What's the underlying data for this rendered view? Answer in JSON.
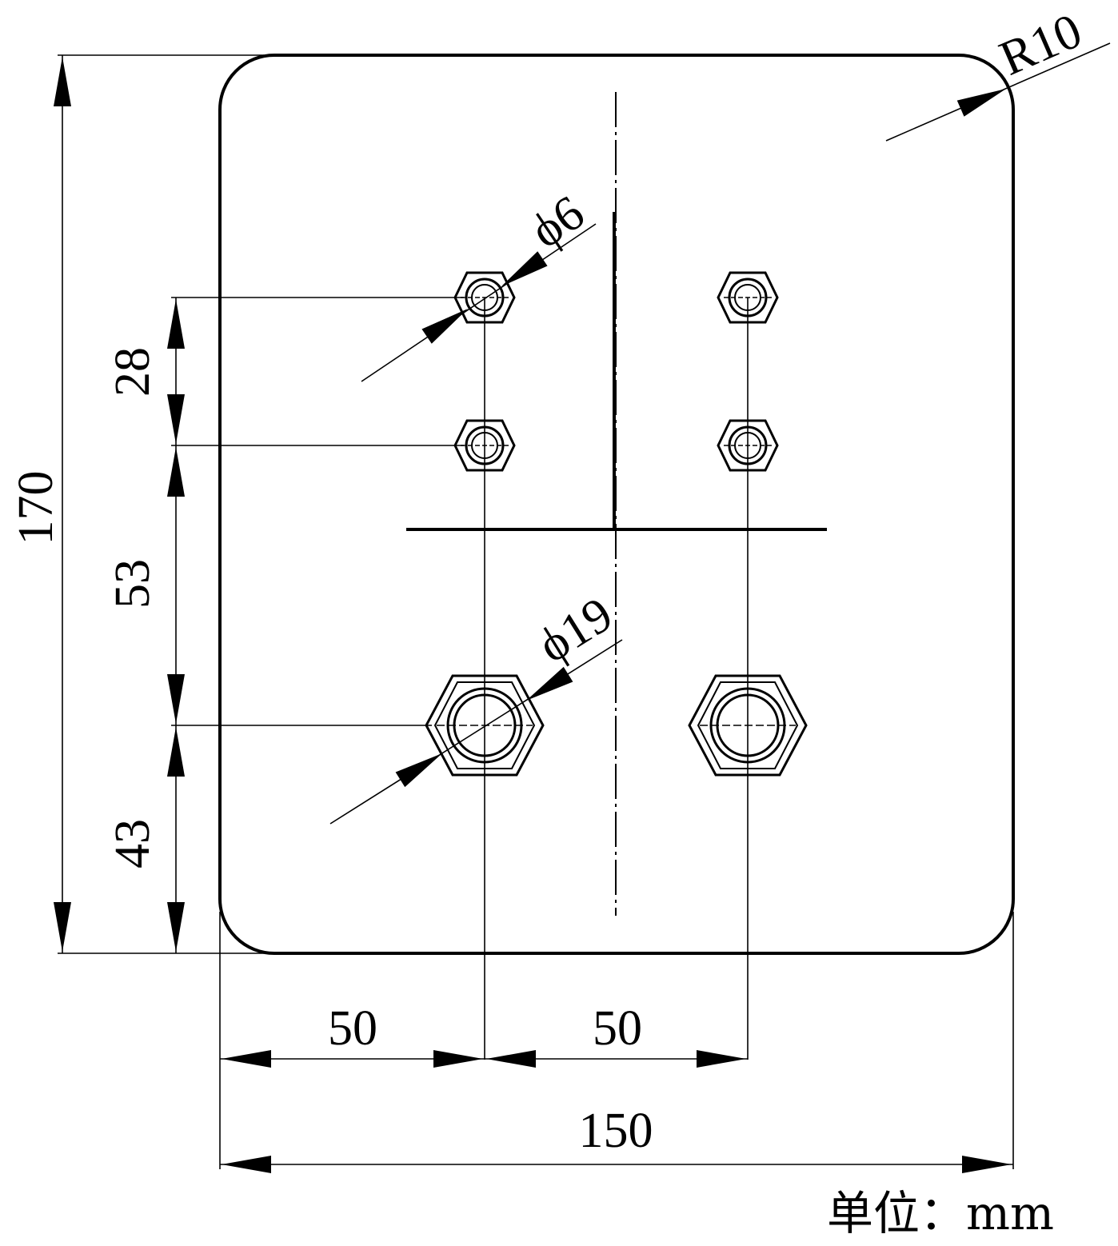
{
  "dimensions": {
    "overall_height": "170",
    "overall_width": "150",
    "corner_radius": "R10",
    "small_hole_diameter": "ϕ6",
    "large_hole_diameter": "ϕ19",
    "row_spacing_top": "28",
    "row_spacing_middle": "53",
    "bottom_offset": "43",
    "left_column_offset": "50",
    "column_spacing": "50"
  },
  "unit_label": "单位：mm"
}
